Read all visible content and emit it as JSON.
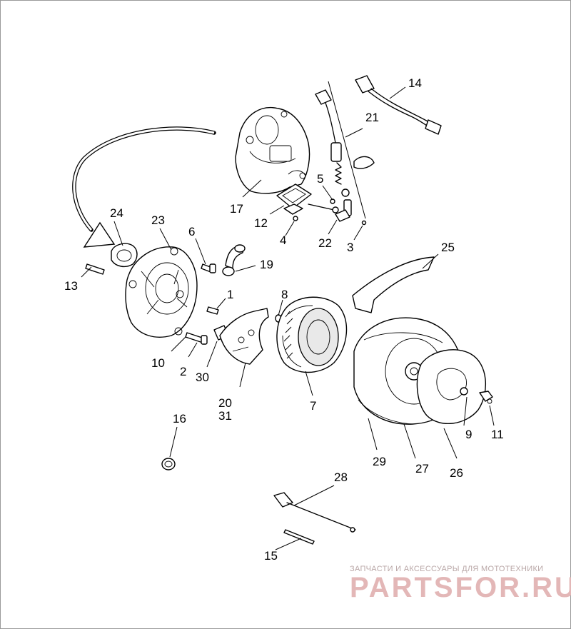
{
  "callouts": {
    "c1": "1",
    "c2": "2",
    "c3": "3",
    "c4": "4",
    "c5": "5",
    "c6": "6",
    "c7": "7",
    "c8": "8",
    "c9": "9",
    "c10": "10",
    "c11": "11",
    "c12": "12",
    "c13": "13",
    "c14": "14",
    "c15": "15",
    "c16": "16",
    "c17": "17",
    "c19": "19",
    "c20": "20",
    "c21": "21",
    "c22": "22",
    "c23": "23",
    "c24": "24",
    "c25": "25",
    "c26": "26",
    "c27": "27",
    "c28": "28",
    "c29": "29",
    "c30": "30",
    "c31": "31"
  },
  "watermark": {
    "tagline": "ЗАПЧАСТИ И АКСЕССУАРЫ ДЛЯ МОТОТЕХНИКИ",
    "brand": "PARTSFOR.RU"
  }
}
